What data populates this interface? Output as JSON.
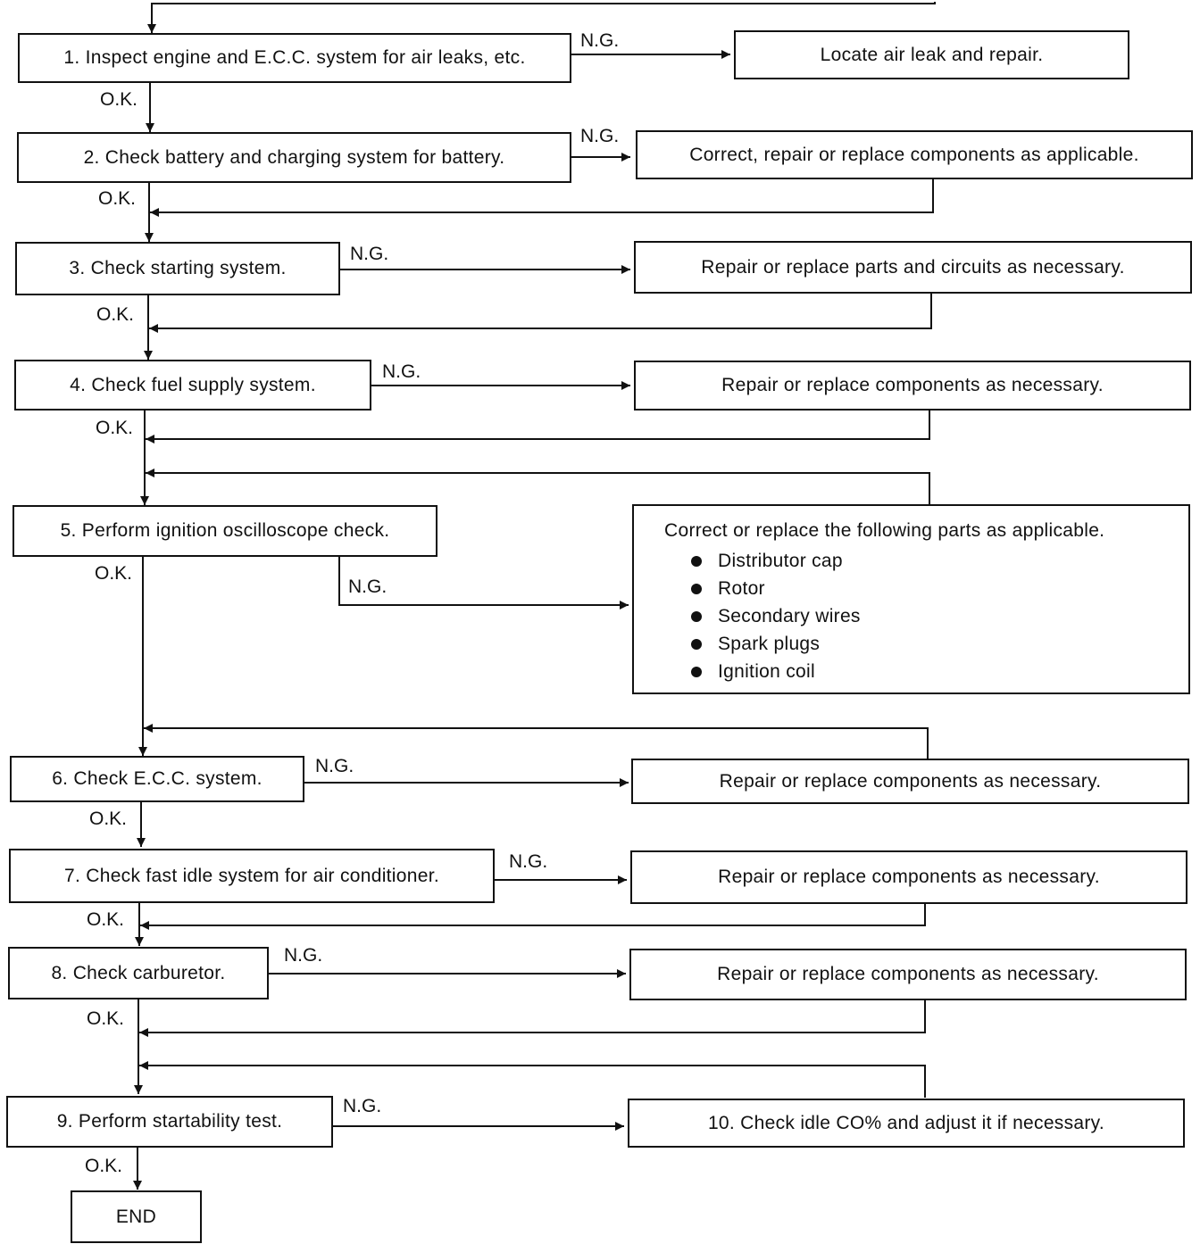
{
  "checks": [
    {
      "text": "1. Inspect engine and E.C.C. system for air leaks, etc."
    },
    {
      "text": "2. Check battery and charging system for battery."
    },
    {
      "text": "3. Check starting system."
    },
    {
      "text": "4. Check fuel supply system."
    },
    {
      "text": "5. Perform ignition oscilloscope check."
    },
    {
      "text": "6. Check E.C.C. system."
    },
    {
      "text": "7. Check fast idle system for air conditioner."
    },
    {
      "text": "8. Check carburetor."
    },
    {
      "text": "9. Perform startability test."
    }
  ],
  "remedies": [
    {
      "text": "Locate air leak and repair."
    },
    {
      "text": "Correct, repair or replace components as applicable."
    },
    {
      "text": "Repair or replace parts and circuits as necessary."
    },
    {
      "text": "Repair or replace components as necessary."
    },
    {
      "text": "Correct or replace the following parts as applicable.",
      "items": [
        "Distributor cap",
        "Rotor",
        "Secondary wires",
        "Spark plugs",
        "Ignition coil"
      ]
    },
    {
      "text": "Repair or replace components as necessary."
    },
    {
      "text": "Repair or replace components as necessary."
    },
    {
      "text": "Repair or replace components as necessary."
    },
    {
      "text": "10. Check idle CO% and adjust it if necessary."
    }
  ],
  "labels": {
    "ok": "O.K.",
    "ng": "N.G."
  },
  "end": {
    "text": "END"
  }
}
